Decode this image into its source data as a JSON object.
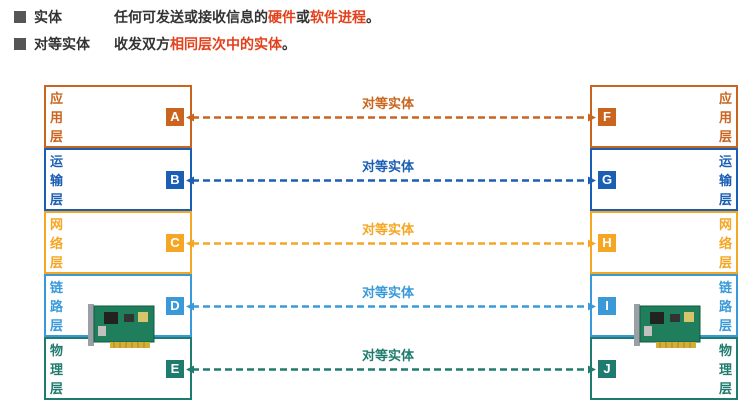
{
  "definitions": [
    {
      "term": "实体",
      "desc_before": "任何可发送或接收信息的",
      "hl1": "硬件",
      "mid": "或",
      "hl2": "软件进程",
      "desc_after": "。"
    },
    {
      "term": "对等实体",
      "desc_before": "收发双方",
      "hl1": "相同层次中的实体",
      "mid": "",
      "hl2": "",
      "desc_after": "。"
    }
  ],
  "layers": [
    {
      "name": [
        "应",
        "用",
        "层"
      ],
      "left_badge": "A",
      "right_badge": "F",
      "color": "#c9651e"
    },
    {
      "name": [
        "运",
        "输",
        "层"
      ],
      "left_badge": "B",
      "right_badge": "G",
      "color": "#1a5fb4"
    },
    {
      "name": [
        "网",
        "络",
        "层"
      ],
      "left_badge": "C",
      "right_badge": "H",
      "color": "#f5a623"
    },
    {
      "name": [
        "链",
        "路",
        "层"
      ],
      "left_badge": "D",
      "right_badge": "I",
      "color": "#3a9ad9"
    },
    {
      "name": [
        "物",
        "理",
        "层"
      ],
      "left_badge": "E",
      "right_badge": "J",
      "color": "#1e7b6e"
    }
  ],
  "connection_label": "对等实体",
  "icons": {
    "nic": "network-card-icon"
  }
}
